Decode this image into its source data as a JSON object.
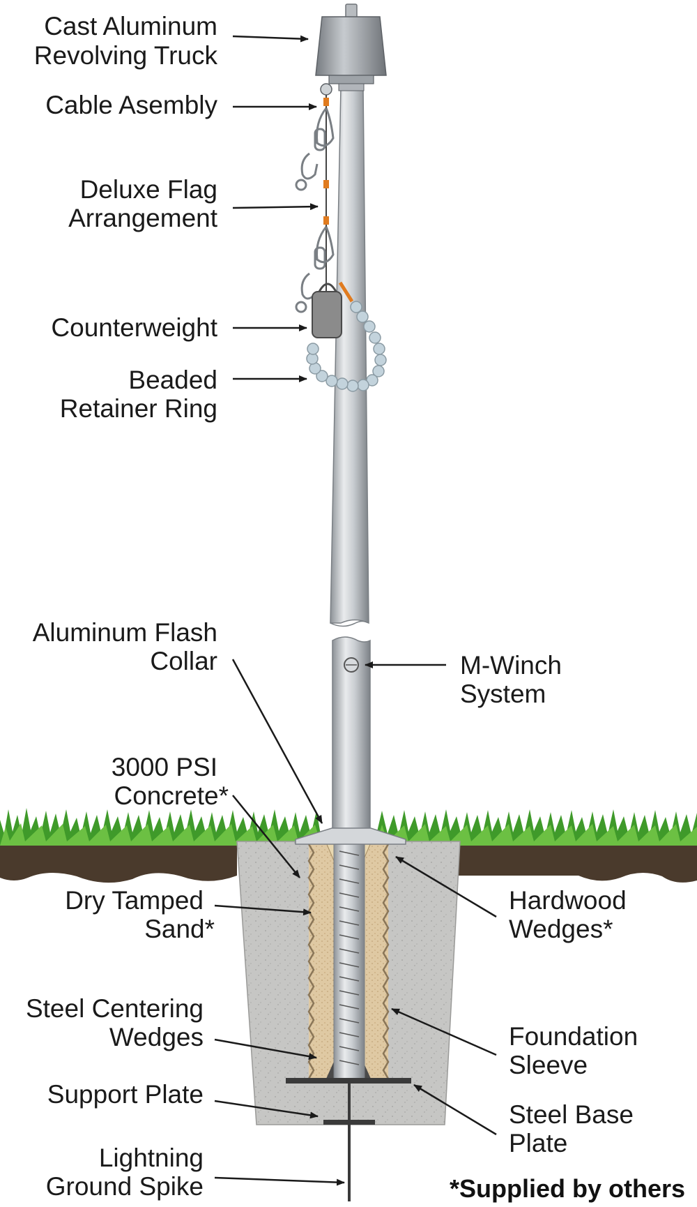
{
  "labels": {
    "truck": [
      "Cast Aluminum",
      "Revolving Truck"
    ],
    "cable": [
      "Cable Asembly"
    ],
    "flag": [
      "Deluxe Flag",
      "Arrangement"
    ],
    "counterweight": [
      "Counterweight"
    ],
    "ring": [
      "Beaded",
      "Retainer Ring"
    ],
    "collar": [
      "Aluminum Flash",
      "Collar"
    ],
    "winch": [
      "M-Winch",
      "System"
    ],
    "concrete": [
      "3000 PSI",
      "Concrete*"
    ],
    "sand": [
      "Dry Tamped",
      "Sand*"
    ],
    "hardwood": [
      "Hardwood",
      "Wedges*"
    ],
    "centering": [
      "Steel Centering",
      "Wedges"
    ],
    "sleeve": [
      "Foundation",
      "Sleeve"
    ],
    "support": [
      "Support Plate"
    ],
    "baseplate": [
      "Steel Base",
      "Plate"
    ],
    "spike": [
      "Lightning",
      "Ground Spike"
    ]
  },
  "note": "*Supplied by others",
  "colors": {
    "pole": "#c9cdd1",
    "concrete": "#c8c8c6",
    "sand": "#e0cba6",
    "soil": "#4a3a2c",
    "grass": "#3f9a2a",
    "orange": "#e07b1f"
  }
}
